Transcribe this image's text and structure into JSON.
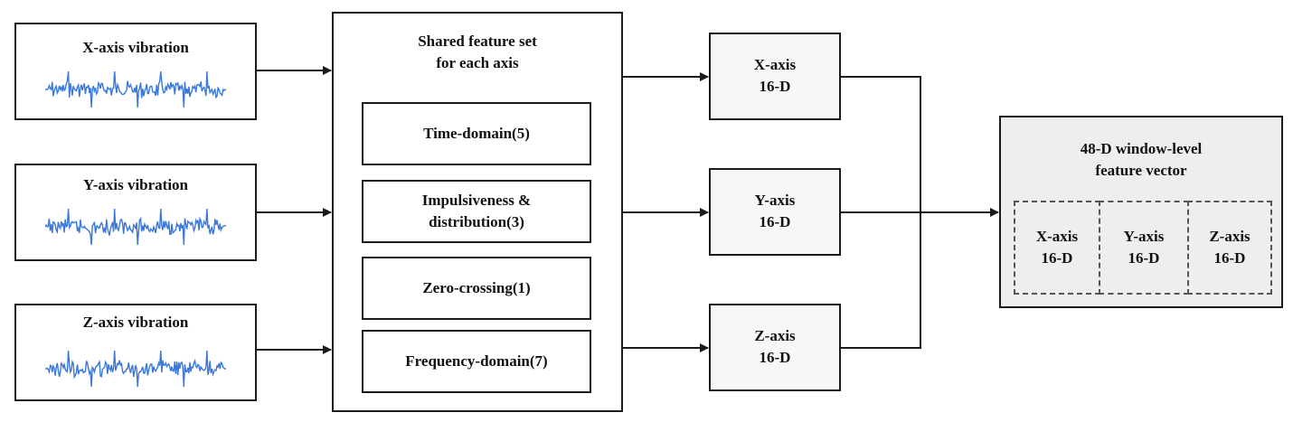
{
  "inputs": [
    {
      "label": "X-axis vibration"
    },
    {
      "label": "Y-axis vibration"
    },
    {
      "label": "Z-axis vibration"
    }
  ],
  "shared": {
    "title": "Shared feature set\nfor each axis",
    "groups": [
      "Time-domain(5)",
      "Impulsiveness &\ndistribution(3)",
      "Zero-crossing(1)",
      "Frequency-domain(7)"
    ]
  },
  "axis_features": [
    {
      "label": "X-axis\n16-D"
    },
    {
      "label": "Y-axis\n16-D"
    },
    {
      "label": "Z-axis\n16-D"
    }
  ],
  "output": {
    "title": "48-D window-level\nfeature vector",
    "parts": [
      "X-axis\n16-D",
      "Y-axis\n16-D",
      "Z-axis\n16-D"
    ]
  },
  "colors": {
    "waveform": "#3b78d8",
    "line": "#1a1a1a",
    "node_fill": "#f7f7f7",
    "output_fill": "#eeeeee"
  }
}
